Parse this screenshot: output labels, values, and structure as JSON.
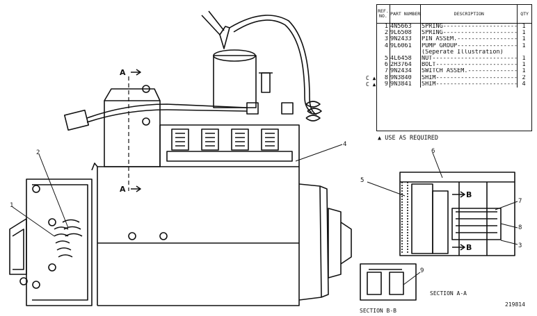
{
  "table": {
    "headers": {
      "ref": "REF. NO.",
      "part": "PART NUMBER",
      "desc": "DESCRIPTION",
      "qty": "QTY"
    },
    "rows": [
      {
        "marker": "",
        "ref": "1",
        "part": "4N5663",
        "desc": "SPRING",
        "qty": "1"
      },
      {
        "marker": "",
        "ref": "2",
        "part": "9L6508",
        "desc": "SPRING",
        "qty": "1"
      },
      {
        "marker": "",
        "ref": "3",
        "part": "9N2433",
        "desc": "PIN ASSEM.",
        "qty": "1"
      },
      {
        "marker": "",
        "ref": "4",
        "part": "9L6061",
        "desc": "PUMP GROUP",
        "qty": "1"
      },
      {
        "marker": "",
        "ref": "",
        "part": "",
        "desc": "(Seperate Illustration)",
        "qty": ""
      },
      {
        "marker": "",
        "ref": "5",
        "part": "4L6458",
        "desc": "NUT",
        "qty": "1"
      },
      {
        "marker": "",
        "ref": "6",
        "part": "2H3764",
        "desc": "BOLT",
        "qty": "1"
      },
      {
        "marker": "",
        "ref": "7",
        "part": "9N2434",
        "desc": "SWITCH ASSEM.",
        "qty": "1"
      },
      {
        "marker": "C ▲",
        "ref": "8",
        "part": "9N3840",
        "desc": "SHIM",
        "qty": "2"
      },
      {
        "marker": "C ▲",
        "ref": "9",
        "part": "9N3841",
        "desc": "SHIM",
        "qty": "4"
      }
    ]
  },
  "note": "▲ USE AS REQUIRED",
  "callouts": [
    "1",
    "2",
    "3",
    "4",
    "5",
    "6",
    "7",
    "8",
    "9"
  ],
  "section_marks": {
    "a_top": "A",
    "a_bottom": "A",
    "b_top": "B",
    "b_bottom": "B"
  },
  "captions": {
    "section_aa": "SECTION A-A",
    "section_bb": "SECTION B-B"
  },
  "figure_number": "219814"
}
